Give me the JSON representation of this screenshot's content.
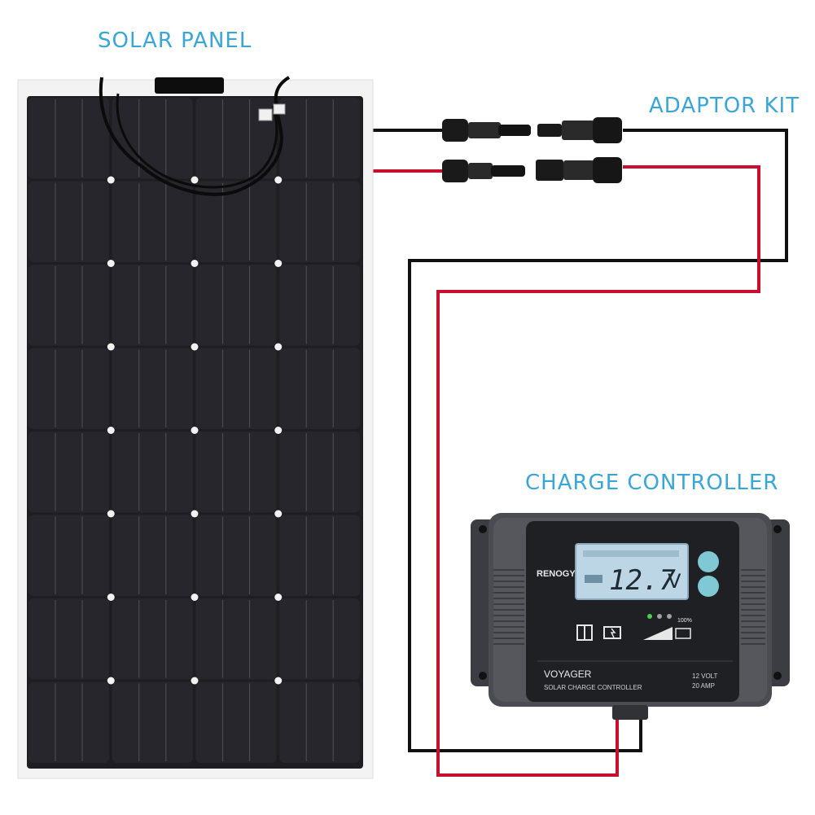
{
  "labels": {
    "solar_panel": "SOLAR PANEL",
    "adaptor_kit": "ADAPTOR KIT",
    "charge_controller": "CHARGE CONTROLLER"
  },
  "controller": {
    "brand": "RENOGY",
    "display_value": "12.7",
    "display_unit": "V",
    "model": "VOYAGER",
    "subtitle": "SOLAR CHARGE CONTROLLER",
    "rating_volt": "12 VOLT",
    "rating_amp": "20 AMP",
    "level_label": "100%"
  },
  "colors": {
    "label": "#3aa6d8",
    "positive_wire": "#c8102e",
    "negative_wire": "#111111",
    "panel_cell": "#1b1b1f",
    "controller_body": "#4a4c52"
  }
}
